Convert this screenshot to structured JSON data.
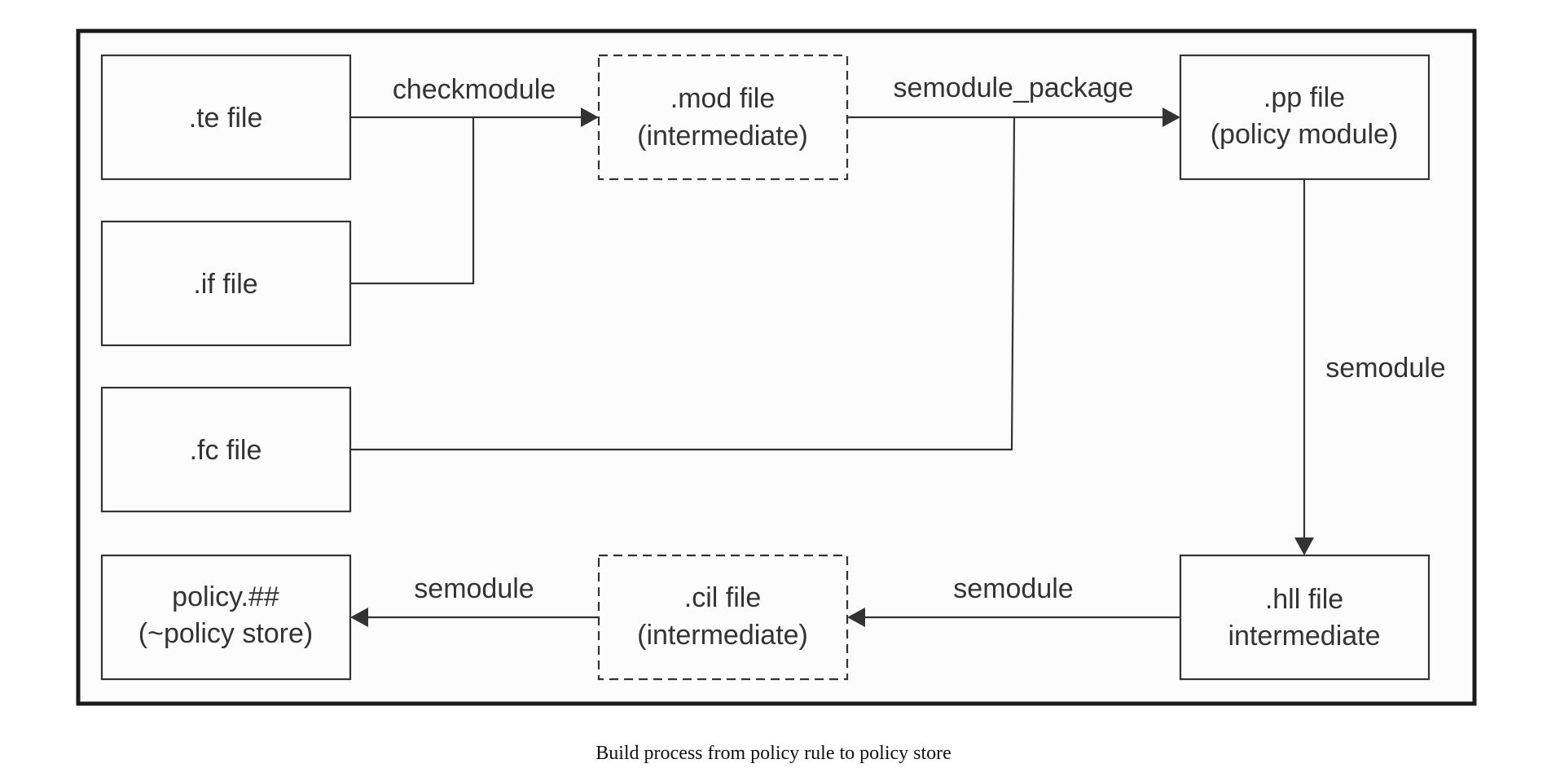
{
  "nodes": {
    "te": {
      "lines": [
        ".te file"
      ],
      "style": "solid"
    },
    "if": {
      "lines": [
        ".if file"
      ],
      "style": "solid"
    },
    "fc": {
      "lines": [
        ".fc file"
      ],
      "style": "solid"
    },
    "policy": {
      "lines": [
        "policy.##",
        "(~policy store)"
      ],
      "style": "solid"
    },
    "mod": {
      "lines": [
        ".mod file",
        "(intermediate)"
      ],
      "style": "dashed"
    },
    "cil": {
      "lines": [
        ".cil file",
        "(intermediate)"
      ],
      "style": "dashed"
    },
    "pp": {
      "lines": [
        ".pp file",
        "(policy module)"
      ],
      "style": "solid"
    },
    "hll": {
      "lines": [
        ".hll file",
        "intermediate"
      ],
      "style": "solid"
    }
  },
  "edges": [
    {
      "from": [
        "te",
        "if"
      ],
      "to": "mod",
      "label": "checkmodule"
    },
    {
      "from": [
        "mod",
        "fc"
      ],
      "to": "pp",
      "label": "semodule_package"
    },
    {
      "from": [
        "pp"
      ],
      "to": "hll",
      "label": "semodule"
    },
    {
      "from": [
        "hll"
      ],
      "to": "cil",
      "label": "semodule"
    },
    {
      "from": [
        "cil"
      ],
      "to": "policy",
      "label": "semodule"
    }
  ],
  "caption": "Build process from policy rule to policy store",
  "colors": {
    "stroke": "#333333",
    "frame": "#1a1a1a",
    "panel": "#fcfcfc"
  }
}
